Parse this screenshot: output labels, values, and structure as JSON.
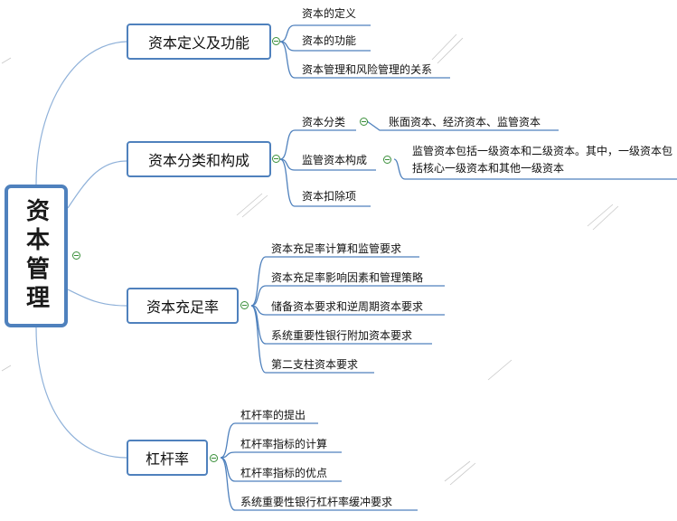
{
  "root": {
    "label": "资本管理"
  },
  "topics": [
    {
      "label": "资本定义及功能",
      "children": [
        {
          "label": "资本的定义"
        },
        {
          "label": "资本的功能"
        },
        {
          "label": "资本管理和风险管理的关系"
        }
      ]
    },
    {
      "label": "资本分类和构成",
      "children": [
        {
          "label": "资本分类",
          "children": [
            {
              "label": "账面资本、经济资本、监管资本"
            }
          ]
        },
        {
          "label": "监管资本构成",
          "children": [
            {
              "label": "监管资本包括一级资本和二级资本。其中，一级资本包括核心一级资本和其他一级资本"
            }
          ]
        },
        {
          "label": "资本扣除项"
        }
      ]
    },
    {
      "label": "资本充足率",
      "children": [
        {
          "label": "资本充足率计算和监管要求"
        },
        {
          "label": "资本充足率影响因素和管理策略"
        },
        {
          "label": "储备资本要求和逆周期资本要求"
        },
        {
          "label": "系统重要性银行附加资本要求"
        },
        {
          "label": "第二支柱资本要求"
        }
      ]
    },
    {
      "label": "杠杆率",
      "children": [
        {
          "label": "杠杆率的提出"
        },
        {
          "label": "杠杆率指标的计算"
        },
        {
          "label": "杠杆率指标的优点"
        },
        {
          "label": "系统重要性银行杠杆率缓冲要求"
        }
      ]
    }
  ]
}
